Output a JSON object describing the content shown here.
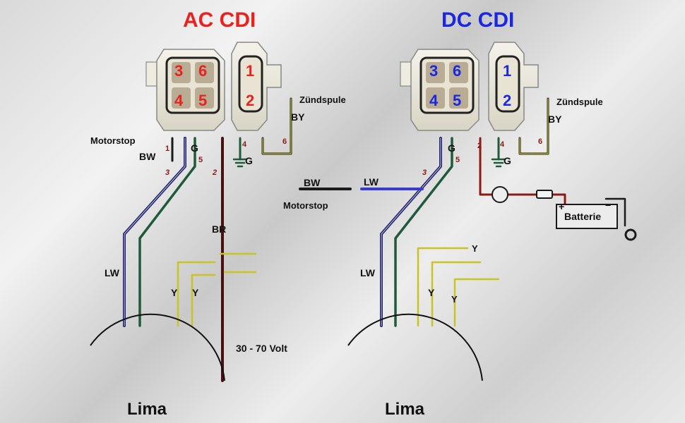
{
  "colors": {
    "ac": "#e8231f",
    "dc": "#1c28e0",
    "wire_black": "#1a1a1a",
    "wire_navy": "#23246b",
    "wire_green": "#1f5a3a",
    "wire_yellow": "#c9c326",
    "wire_brown": "#4a1010",
    "wire_red": "#8c1a14",
    "wire_blue": "#3a3ad0"
  },
  "ac": {
    "title": "AC CDI",
    "pins": [
      "3",
      "6",
      "4",
      "5",
      "1",
      "2"
    ],
    "zuendspule": "Zündspule",
    "by": "BY",
    "motorstop": "Motorstop",
    "bw": "BW",
    "g": "G",
    "num_1": "1",
    "num_3": "3",
    "num_5": "5",
    "num_2": "2",
    "num_4": "4",
    "num_6": "6",
    "g2": "G",
    "br": "BR",
    "lw": "LW",
    "y1": "Y",
    "y2": "Y",
    "volt": "30 - 70 Volt",
    "lima": "Lima"
  },
  "dc": {
    "title": "DC CDI",
    "pins": [
      "3",
      "6",
      "4",
      "5",
      "1",
      "2"
    ],
    "zuendspule": "Zündspule",
    "by": "BY",
    "g": "G",
    "num_3": "3",
    "num_5": "5",
    "num_2": "2",
    "num_4": "4",
    "num_6": "6",
    "g2": "G",
    "bw": "BW",
    "lw_top": "LW",
    "motorstop": "Motorstop",
    "plus": "+",
    "minus": "−",
    "batterie": "Batterie",
    "lw": "LW",
    "y1": "Y",
    "y2": "Y",
    "y3": "Y",
    "lima": "Lima"
  }
}
